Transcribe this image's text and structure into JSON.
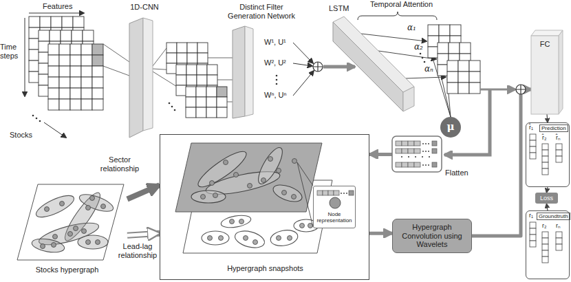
{
  "diagram": {
    "nodes": [
      {
        "text": [
          "1D-CNN"
        ]
      },
      {
        "text": [
          "Distinct Filter Generation Network"
        ]
      },
      {
        "text": [
          "LSTM"
        ]
      },
      {
        "text": [
          "μ"
        ]
      },
      {
        "text": [
          "FC"
        ]
      },
      {
        "text": [
          "Prediction",
          "r̂₁",
          "r̂₂",
          "r̂ₙ"
        ]
      },
      {
        "text": [
          "Loss"
        ]
      },
      {
        "text": [
          "Groundtruth",
          "r₁",
          "r₂",
          "rₙ"
        ]
      },
      {
        "text": [
          "Flatten"
        ]
      },
      {
        "text": [
          "Hypergraph snapshots"
        ]
      },
      {
        "text": [
          "Node representation"
        ],
        "in": 9
      },
      {
        "text": [
          "Stocks hypergraph"
        ]
      },
      {
        "text": [
          "Hypergraph Convolution using Wavelets"
        ]
      }
    ],
    "edges": [
      {
        "from": 4,
        "to": 5,
        "arrow": "to"
      },
      {
        "from": 5,
        "to": 6,
        "arrow": "to"
      },
      {
        "from": 7,
        "to": 6,
        "arrow": "to"
      },
      {
        "from": 8,
        "to": 9,
        "arrow": "to"
      },
      {
        "from": 11,
        "to": 9,
        "label": "Sector relationship",
        "arrow": "to"
      },
      {
        "from": 11,
        "to": 9,
        "label": "Lead-lag relationship",
        "arrow": "to"
      },
      {
        "from": 9,
        "to": 12,
        "arrow": "to"
      },
      {
        "from": 12,
        "to": 4,
        "arrow": "to"
      }
    ],
    "labels": [
      "Features",
      "Time steps",
      "Stocks",
      "W¹, U¹",
      "W², U²",
      "Wⁿ, Uⁿ",
      "Temporal Attention",
      "α₁",
      "α₂",
      "αₙ"
    ]
  }
}
